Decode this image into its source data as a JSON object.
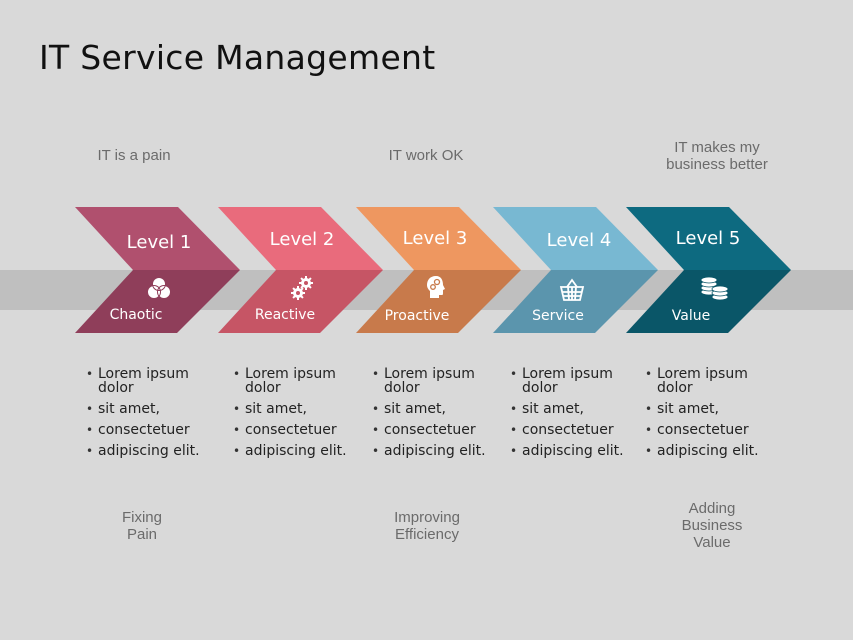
{
  "title": "IT Service Management",
  "headers": [
    {
      "text": "IT is a pain"
    },
    {
      "text": "IT work OK"
    },
    {
      "text": "IT makes my business better"
    }
  ],
  "levels": [
    {
      "label": "Level 1",
      "sub": "Chaotic",
      "icon": "venn-circles-icon",
      "top_color": "#b0506e",
      "bottom_color": "#8f3e5a"
    },
    {
      "label": "Level 2",
      "sub": "Reactive",
      "icon": "gears-icon",
      "top_color": "#e96b7c",
      "bottom_color": "#c65565"
    },
    {
      "label": "Level 3",
      "sub": "Proactive",
      "icon": "head-gears-icon",
      "top_color": "#ee9760",
      "bottom_color": "#c87a4b"
    },
    {
      "label": "Level 4",
      "sub": "Service",
      "icon": "basket-icon",
      "top_color": "#78b8d2",
      "bottom_color": "#5b95ad"
    },
    {
      "label": "Level 5",
      "sub": "Value",
      "icon": "coins-icon",
      "top_color": "#0d6a80",
      "bottom_color": "#0a5668"
    }
  ],
  "bullets": [
    [
      "Lorem ipsum dolor",
      "sit amet,",
      "consectetuer",
      "adipiscing elit."
    ],
    [
      "Lorem ipsum dolor",
      "sit amet,",
      "consectetuer",
      "adipiscing elit."
    ],
    [
      "Lorem ipsum dolor",
      "sit amet,",
      "consectetuer",
      "adipiscing elit."
    ],
    [
      "Lorem ipsum dolor",
      "sit amet,",
      "consectetuer",
      "adipiscing elit."
    ],
    [
      "Lorem ipsum dolor",
      "sit amet,",
      "consectetuer",
      "adipiscing elit."
    ]
  ],
  "footers": [
    {
      "text": "Fixing Pain"
    },
    {
      "text": "Improving Efficiency"
    },
    {
      "text": "Adding Business Value"
    }
  ]
}
